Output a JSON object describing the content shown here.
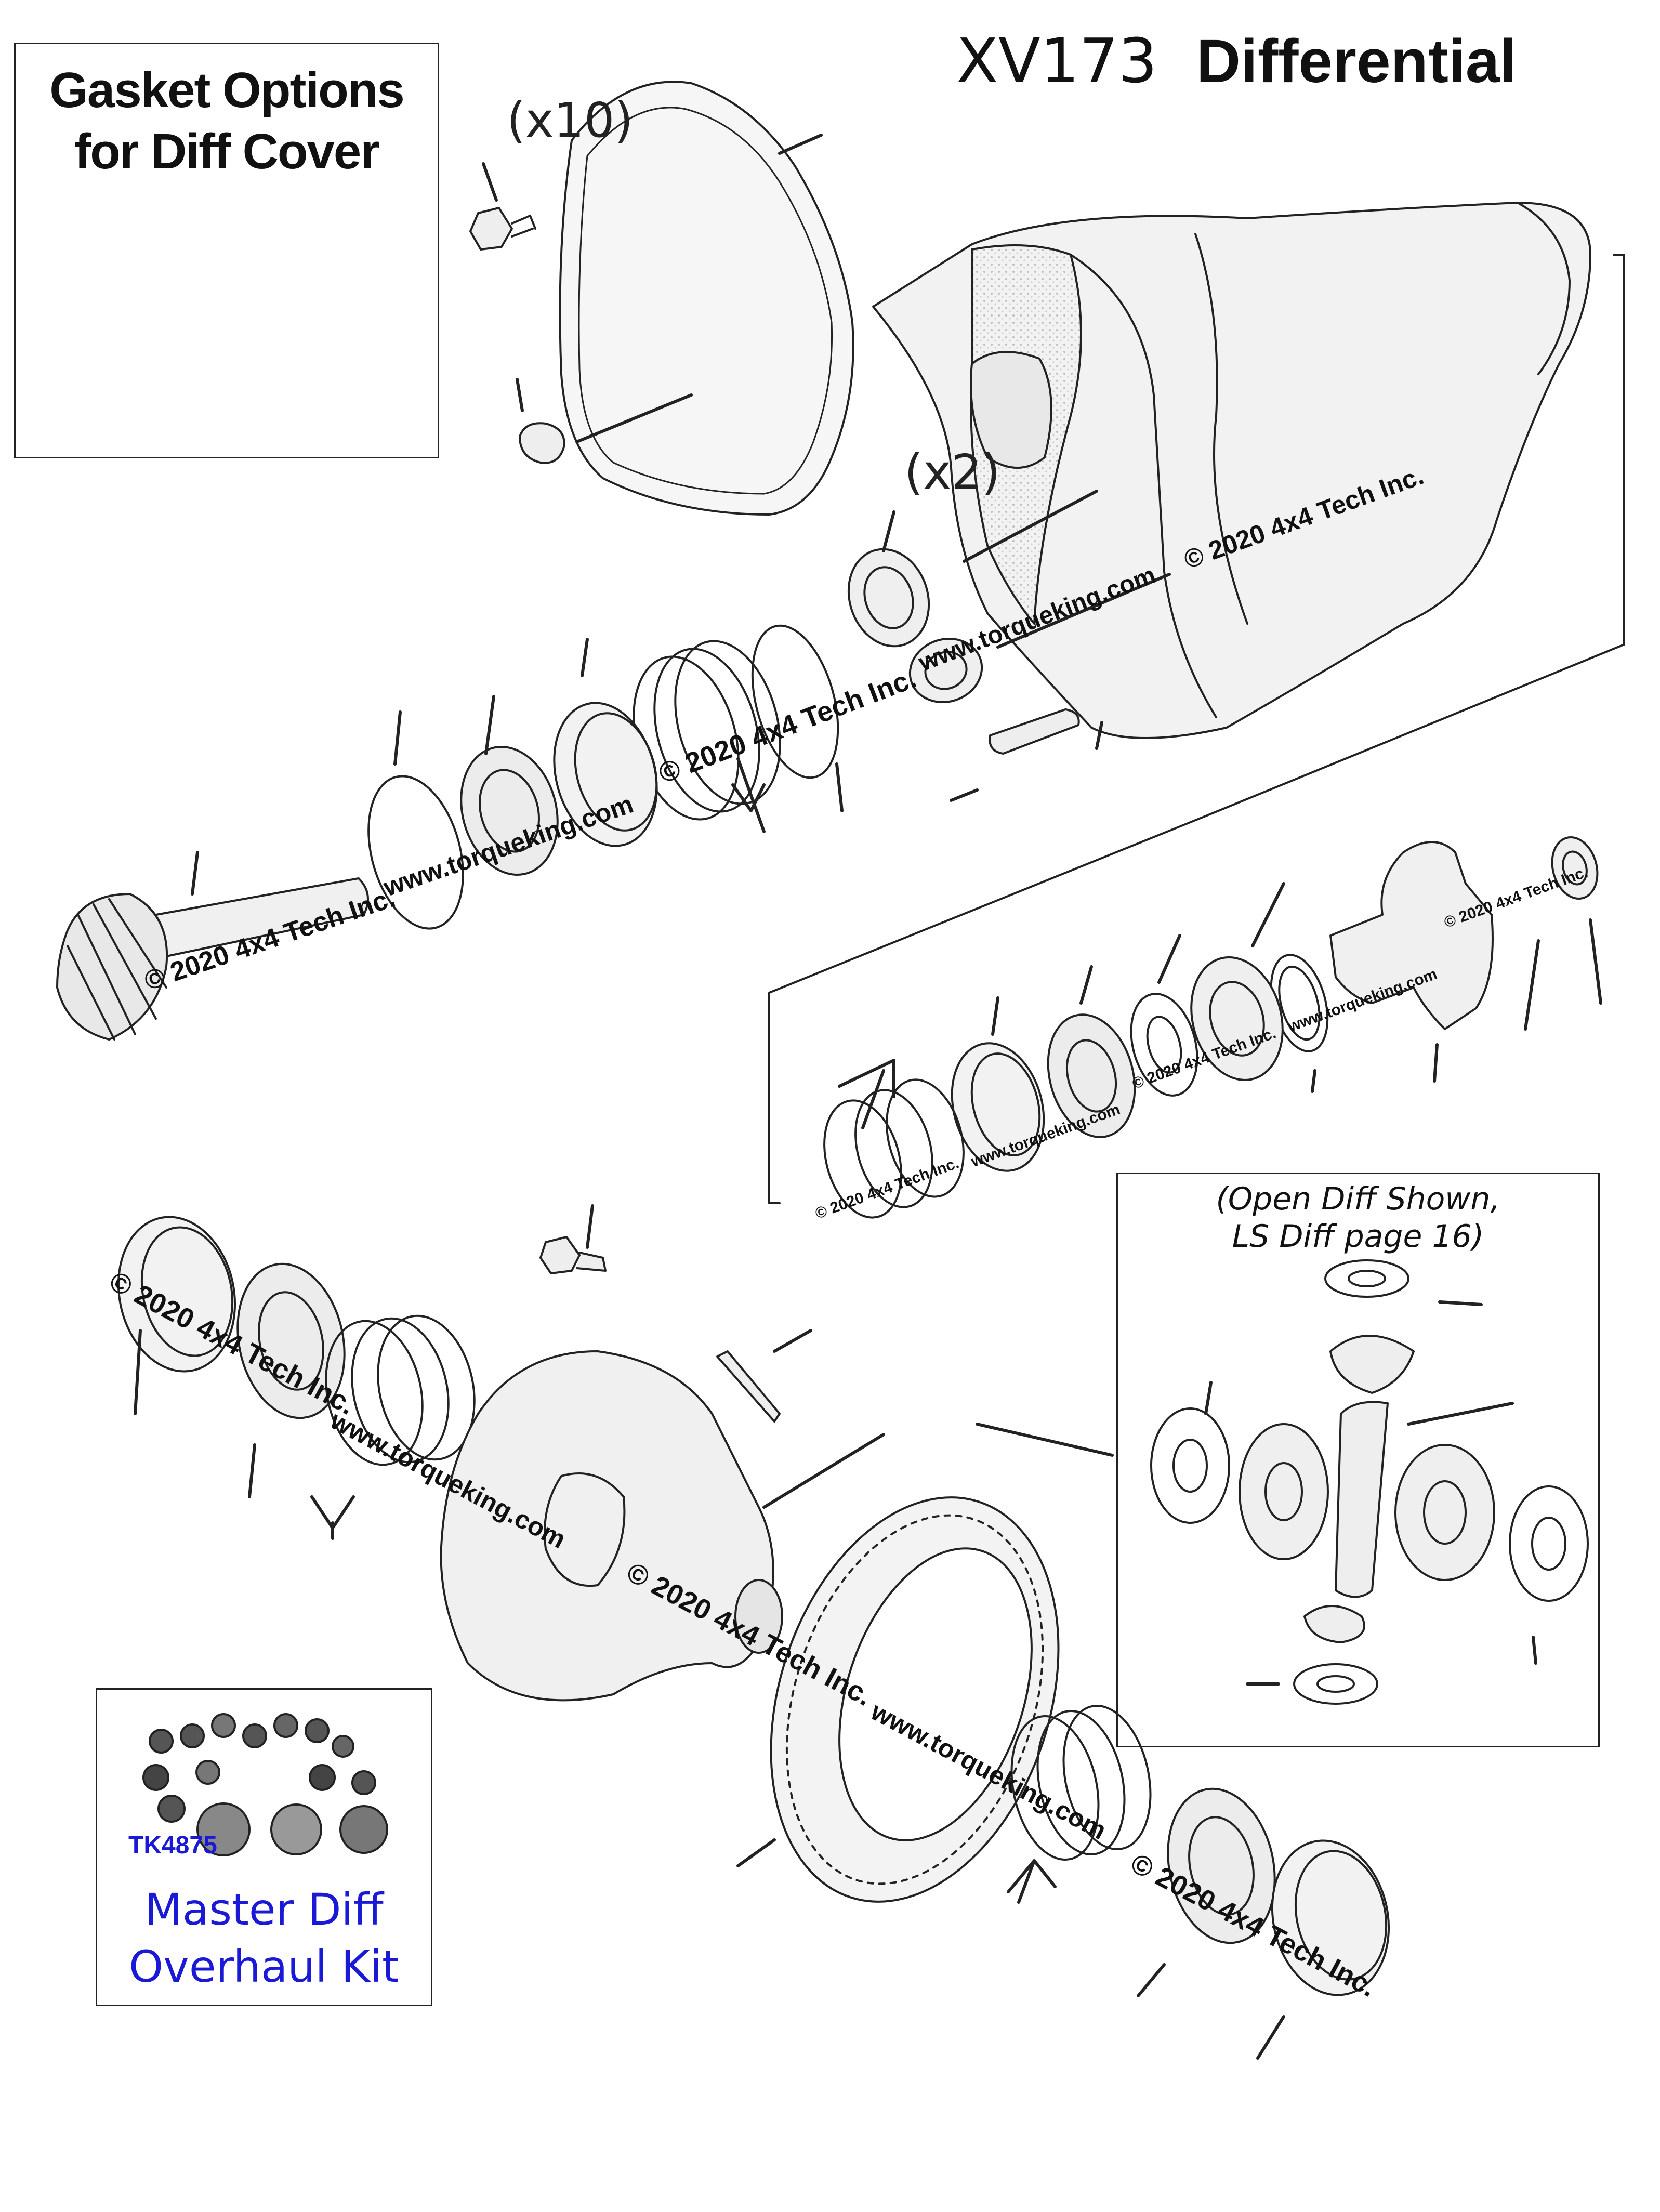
{
  "title": {
    "model": "XV173",
    "name": "Differential"
  },
  "gasket_box": {
    "title_line1": "Gasket Options",
    "title_line2": "for Diff Cover"
  },
  "quantities": {
    "cover_bolts": "(x10)",
    "cap_bolts": "(x2)"
  },
  "open_diff_note": {
    "line1": "(Open Diff Shown,",
    "line2": "LS Diff page 16)"
  },
  "kit": {
    "sku": "TK4875",
    "caption_line1": "Master Diff",
    "caption_line2": "Overhaul Kit"
  },
  "watermarks": {
    "copyright": "© 2020 4x4 Tech Inc.",
    "website": "www.torqueking.com"
  },
  "colors": {
    "line": "#222222",
    "part_fill": "#f4f4f4",
    "kit_text": "#1a1ad6"
  }
}
